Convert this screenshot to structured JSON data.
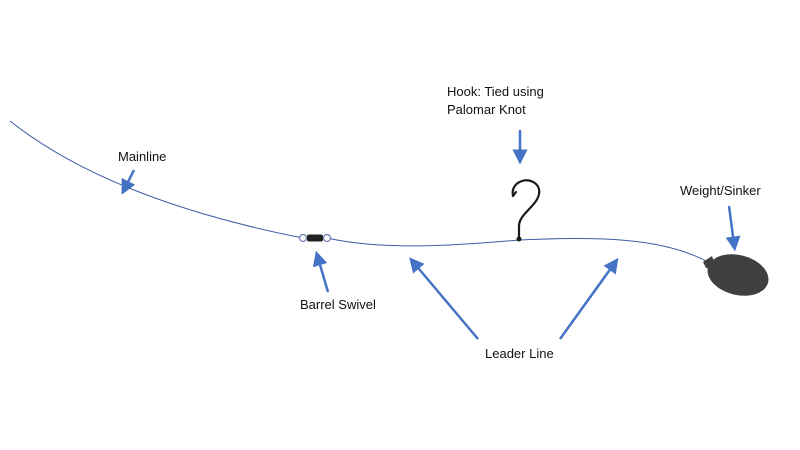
{
  "labels": {
    "mainline": "Mainline",
    "hook_line1": "Hook: Tied using",
    "hook_line2": "Palomar Knot",
    "weight": "Weight/Sinker",
    "swivel": "Barrel Swivel",
    "leader": "Leader Line"
  },
  "colors": {
    "line": "#3b5ba5",
    "arrow": "#4472c4",
    "hook": "#1a1a1a",
    "sinker": "#404040",
    "swivel_body": "#222222",
    "swivel_ring": "#6b7fb0"
  },
  "icons": {
    "hook": "fish-hook-icon",
    "sinker": "sinker-weight-icon",
    "swivel": "barrel-swivel-icon"
  }
}
